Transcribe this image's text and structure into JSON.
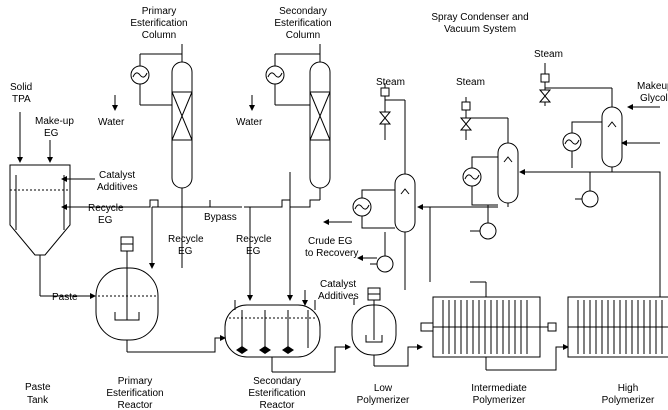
{
  "labels": {
    "solid_tpa_1": "Solid",
    "solid_tpa_2": "TPA",
    "makeup_eg_1": "Make-up",
    "makeup_eg_2": "EG",
    "primary_col_1": "Primary",
    "primary_col_2": "Esterification",
    "primary_col_3": "Column",
    "secondary_col_1": "Secondary",
    "secondary_col_2": "Esterification",
    "secondary_col_3": "Column",
    "spray_1": "Spray Condenser and",
    "spray_2": "Vacuum System",
    "water_1": "Water",
    "water_2": "Water",
    "steam_1": "Steam",
    "steam_2": "Steam",
    "steam_3": "Steam",
    "makeup_glycol_1": "Makeup",
    "makeup_glycol_2": "Glycol",
    "catalyst_1": "Catalyst",
    "catalyst_2": "Additives",
    "recycle_eg_top_1": "Recycle",
    "recycle_eg_top_2": "EG",
    "bypass": "Bypass",
    "recycle_eg_mid_1": "Recycle",
    "recycle_eg_mid_2": "EG",
    "recycle_eg_right_1": "Recycle",
    "recycle_eg_right_2": "EG",
    "crude_eg_1": "Crude EG",
    "crude_eg_2": "to Recovery",
    "catalyst2_1": "Catalyst",
    "catalyst2_2": "Additives",
    "paste": "Paste",
    "paste_tank_1": "Paste",
    "paste_tank_2": "Tank",
    "primary_reactor_1": "Primary",
    "primary_reactor_2": "Esterification",
    "primary_reactor_3": "Reactor",
    "secondary_reactor_1": "Secondary",
    "secondary_reactor_2": "Esterification",
    "secondary_reactor_3": "Reactor",
    "low_poly_1": "Low",
    "low_poly_2": "Polymerizer",
    "inter_poly_1": "Intermediate",
    "inter_poly_2": "Polymerizer",
    "high_poly_1": "High",
    "high_poly_2": "Polymerizer"
  }
}
